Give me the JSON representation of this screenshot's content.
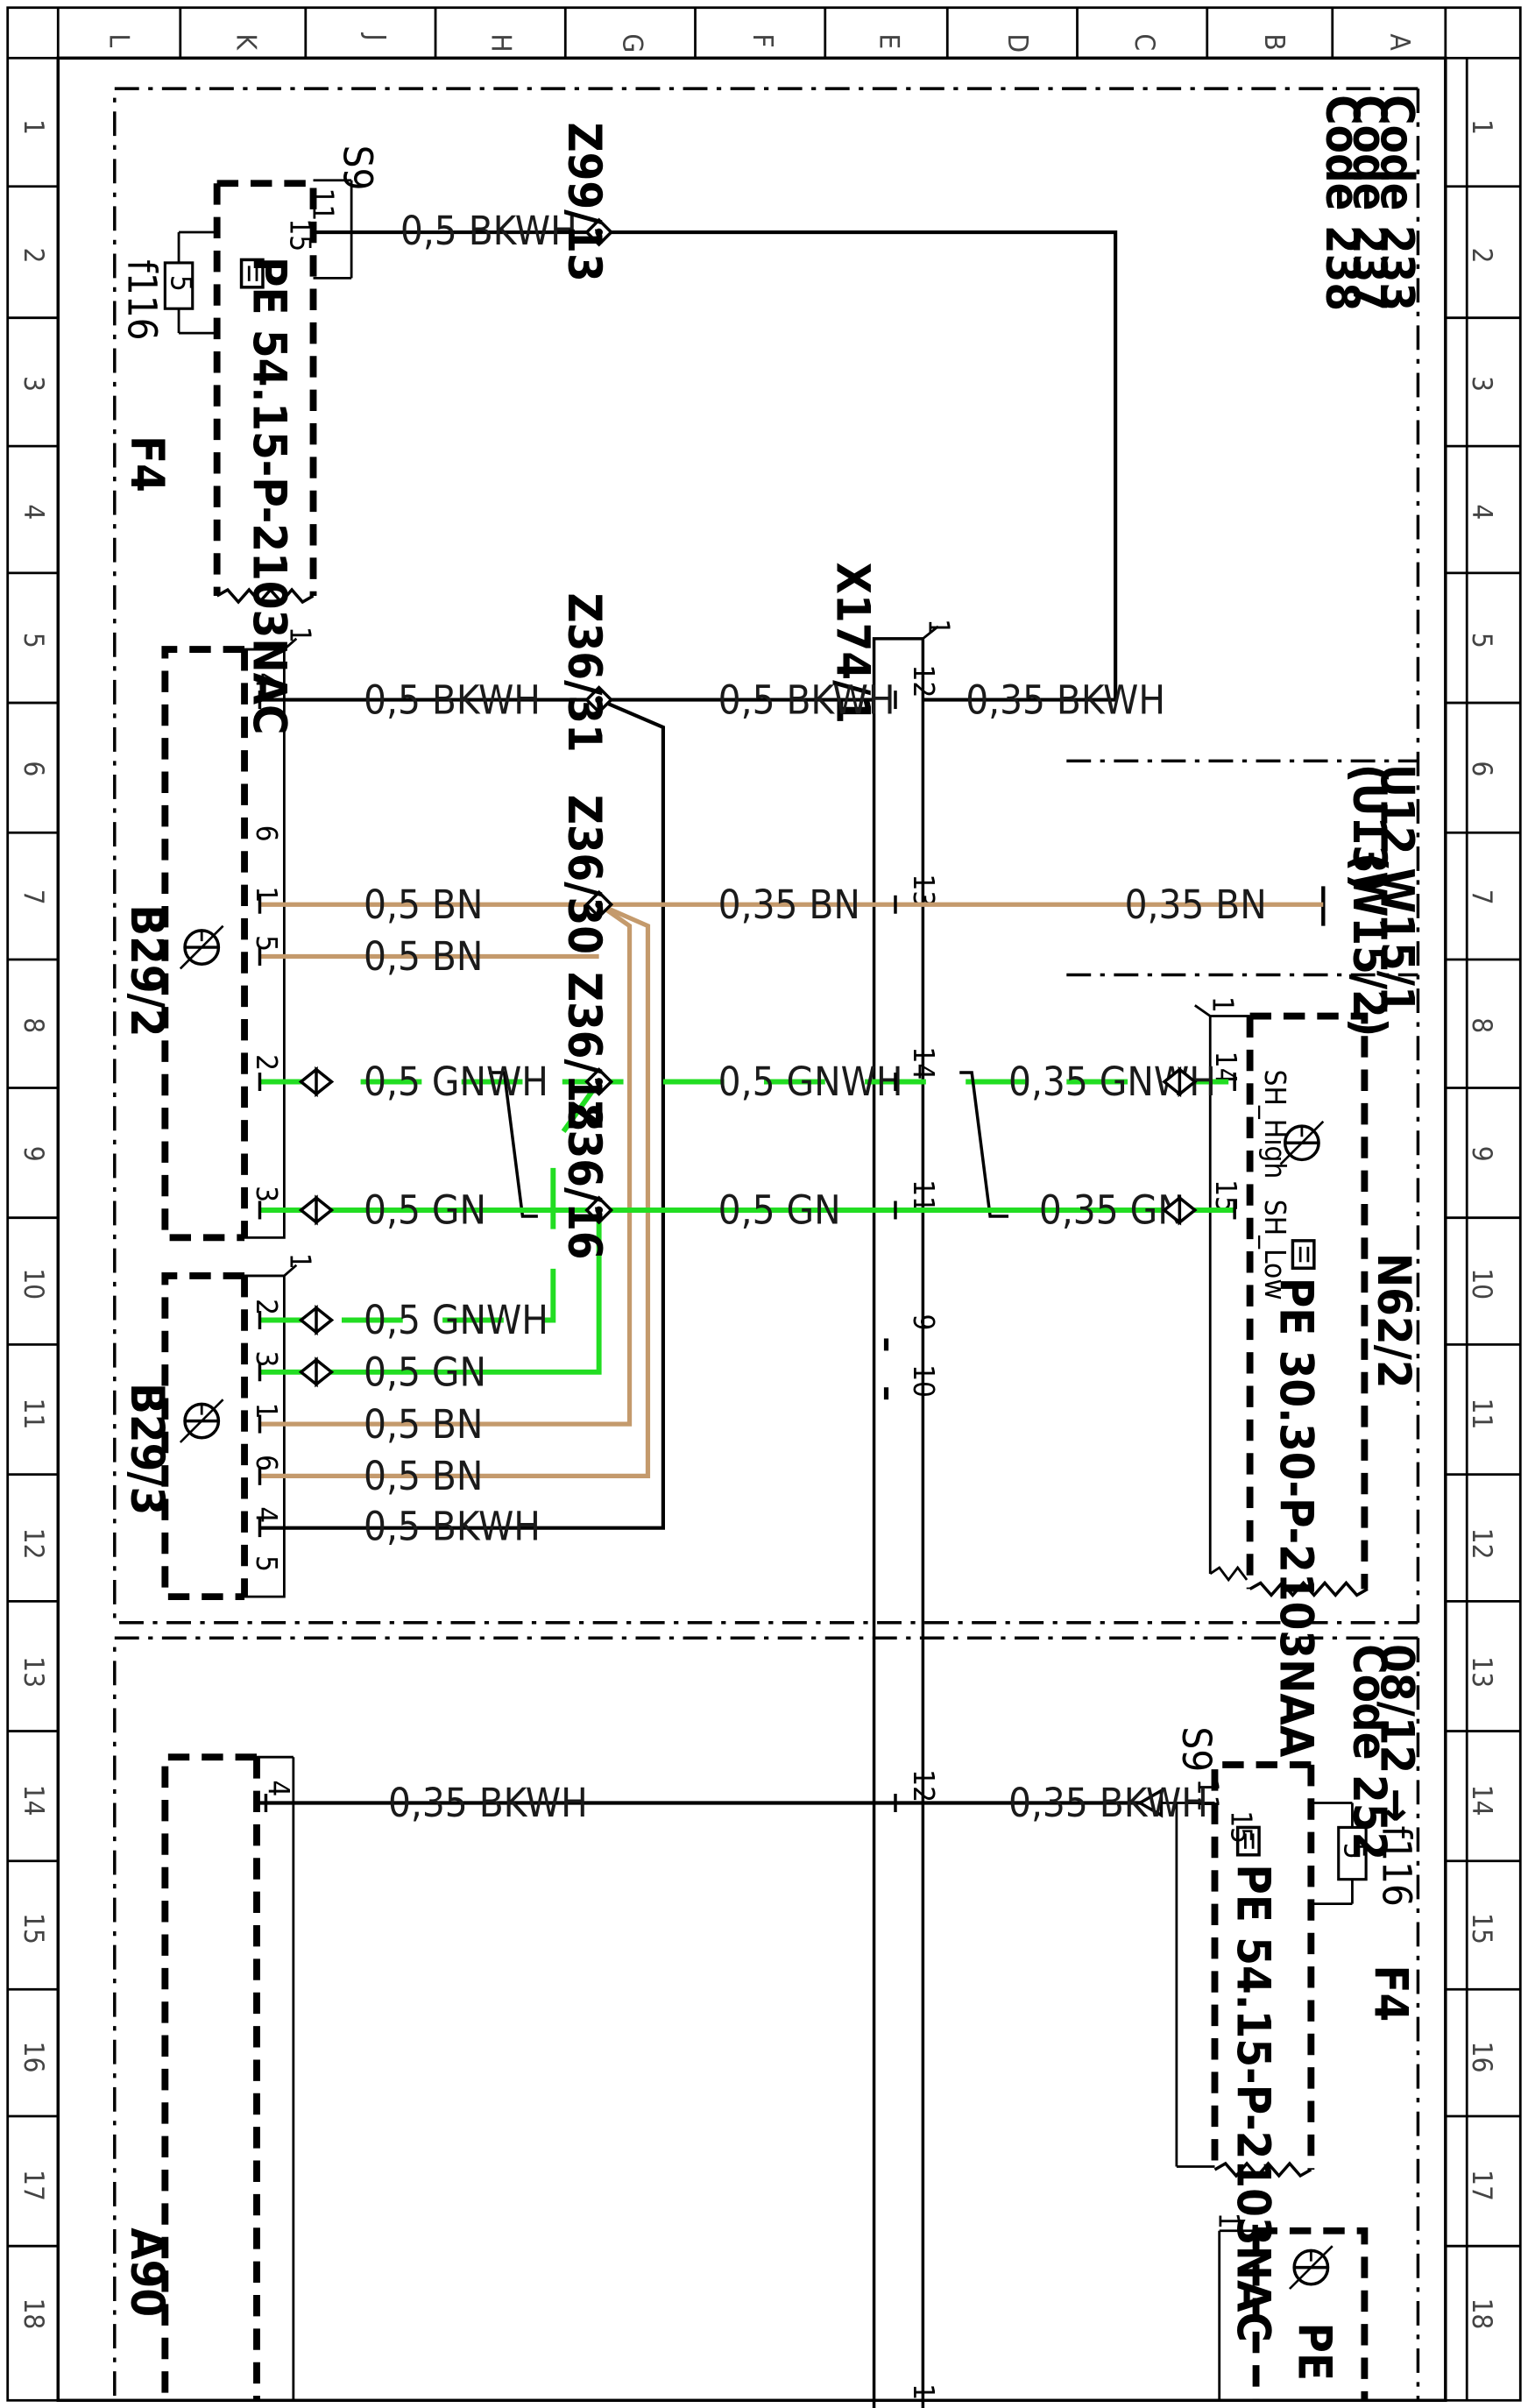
{
  "grid": {
    "cols": [
      "L",
      "K",
      "J",
      "H",
      "G",
      "F",
      "E",
      "D",
      "C",
      "B",
      "A"
    ],
    "rows": [
      "1",
      "2",
      "3",
      "4",
      "5",
      "6",
      "7",
      "8",
      "9",
      "10",
      "11",
      "12",
      "13",
      "14",
      "15",
      "16",
      "17",
      "18"
    ]
  },
  "codes_top": [
    "Code 233",
    "Code 237",
    "Code 238"
  ],
  "codes_bottom": [
    "08/12 →",
    "Code 252"
  ],
  "components": {
    "f4_top": "F4",
    "f4_bottom": "F4",
    "f116_top": "f116",
    "f116_bottom": "f116",
    "s9_top": "S9",
    "s9_bottom": "S9",
    "pe_fuse_top": "PE 54.15-P-2103NAC",
    "pe_fuse_bottom": "PE 54.15-P-2103NAC",
    "b29_2": "B29/2",
    "b29_3": "B29/3",
    "x174_1": "X174/1",
    "u12": "U12",
    "u13": "(U13)",
    "w15_1": "W15/1",
    "w15_2": "(W15/2)",
    "n62_2": "N62/2",
    "pe_n62": "PE 30.30-P-2103NAA",
    "a90": "A90",
    "pe_bottom_partial": "PE",
    "sh_high": "SH_High",
    "sh_low": "SH_Low",
    "fuse_value": "5"
  },
  "connectors": {
    "z99_13": "Z99/13",
    "z36_31": "Z36/31",
    "z36_30": "Z36/30",
    "z36_18": "Z36/18",
    "z36_16": "Z36/16"
  },
  "wires": {
    "bkwh_05": "0,5 BKWH",
    "bkwh_035": "0,35 BKWH",
    "bn_05": "0,5 BN",
    "bn_035": "0,35 BN",
    "gnwh_05": "0,5 GNWH",
    "gnwh_035": "0,35 GNWH",
    "gn_05": "0,5 GN",
    "gn_035": "0,35 GN"
  },
  "pins": {
    "one": "1",
    "two": "2",
    "three": "3",
    "four": "4",
    "five": "5",
    "six": "6",
    "nine": "9",
    "ten": "10",
    "eleven": "11",
    "twelve": "12",
    "thirteen": "13",
    "fourteen": "14",
    "fifteen": "15"
  },
  "colors": {
    "black_white": "#000000",
    "brown": "#c49a6c",
    "green": "#22dd22"
  }
}
